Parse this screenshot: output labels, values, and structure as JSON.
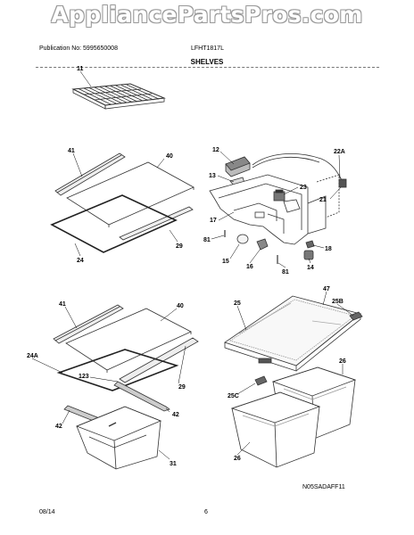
{
  "watermark": "AppliancePartsPros.com",
  "header": {
    "publication": "Publication No: 5995650008",
    "model": "LFHT1817L",
    "section_title": "SHELVES"
  },
  "footer": {
    "date": "08/14",
    "page": "6",
    "drawing_code": "N05SADAFF11"
  },
  "callouts": {
    "c11": "11",
    "c41a": "41",
    "c40a": "40",
    "c29a": "29",
    "c24": "24",
    "c12": "12",
    "c13": "13",
    "c22a": "22A",
    "c23": "23",
    "c21": "21",
    "c17": "17",
    "c81a": "81",
    "c15": "15",
    "c16": "16",
    "c81b": "81",
    "c14": "14",
    "c18": "18",
    "c41b": "41",
    "c40b": "40",
    "c24a": "24A",
    "c123": "123",
    "c29b": "29",
    "c42a": "42",
    "c42b": "42",
    "c31": "31",
    "c25": "25",
    "c47": "47",
    "c25b": "25B",
    "c26a": "26",
    "c25c": "25C",
    "c26b": "26"
  }
}
